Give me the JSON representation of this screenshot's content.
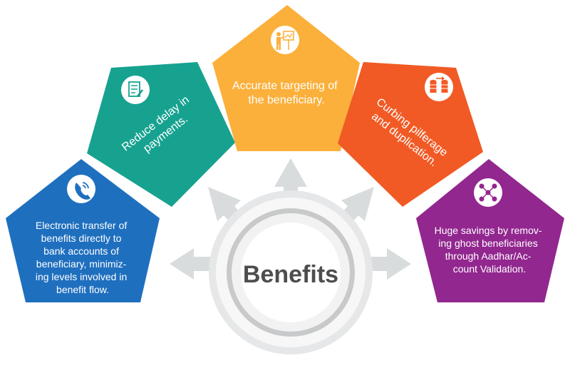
{
  "hub": {
    "label": "Benefits"
  },
  "colors": {
    "blue": "#1f6fbf",
    "teal": "#17a290",
    "yellow": "#fbb03b",
    "orange": "#f15a24",
    "purple": "#92278f",
    "arrow_gray": "#d9dcdd",
    "hub_text": "#4d4d4d"
  },
  "benefits": [
    {
      "id": "blue",
      "icon": "phone-icon",
      "lines": [
        "Electronic transfer of",
        "benefits directly to",
        "bank accounts of",
        "beneficiary, minimiz-",
        "ing levels involved in",
        "benefit flow."
      ]
    },
    {
      "id": "teal",
      "icon": "document-checklist-icon",
      "lines": [
        "Reduce delay in",
        "payments."
      ]
    },
    {
      "id": "yellow",
      "icon": "presentation-icon",
      "lines": [
        "Accurate targeting of",
        "the beneficiary."
      ]
    },
    {
      "id": "orange",
      "icon": "database-transfer-icon",
      "lines": [
        "Curbing pilferage",
        "and duplication."
      ]
    },
    {
      "id": "purple",
      "icon": "social-network-icon",
      "lines": [
        "Huge savings by remov-",
        "ing ghost beneficiaries",
        "through Aadhar/Ac-",
        "count Validation."
      ]
    }
  ]
}
